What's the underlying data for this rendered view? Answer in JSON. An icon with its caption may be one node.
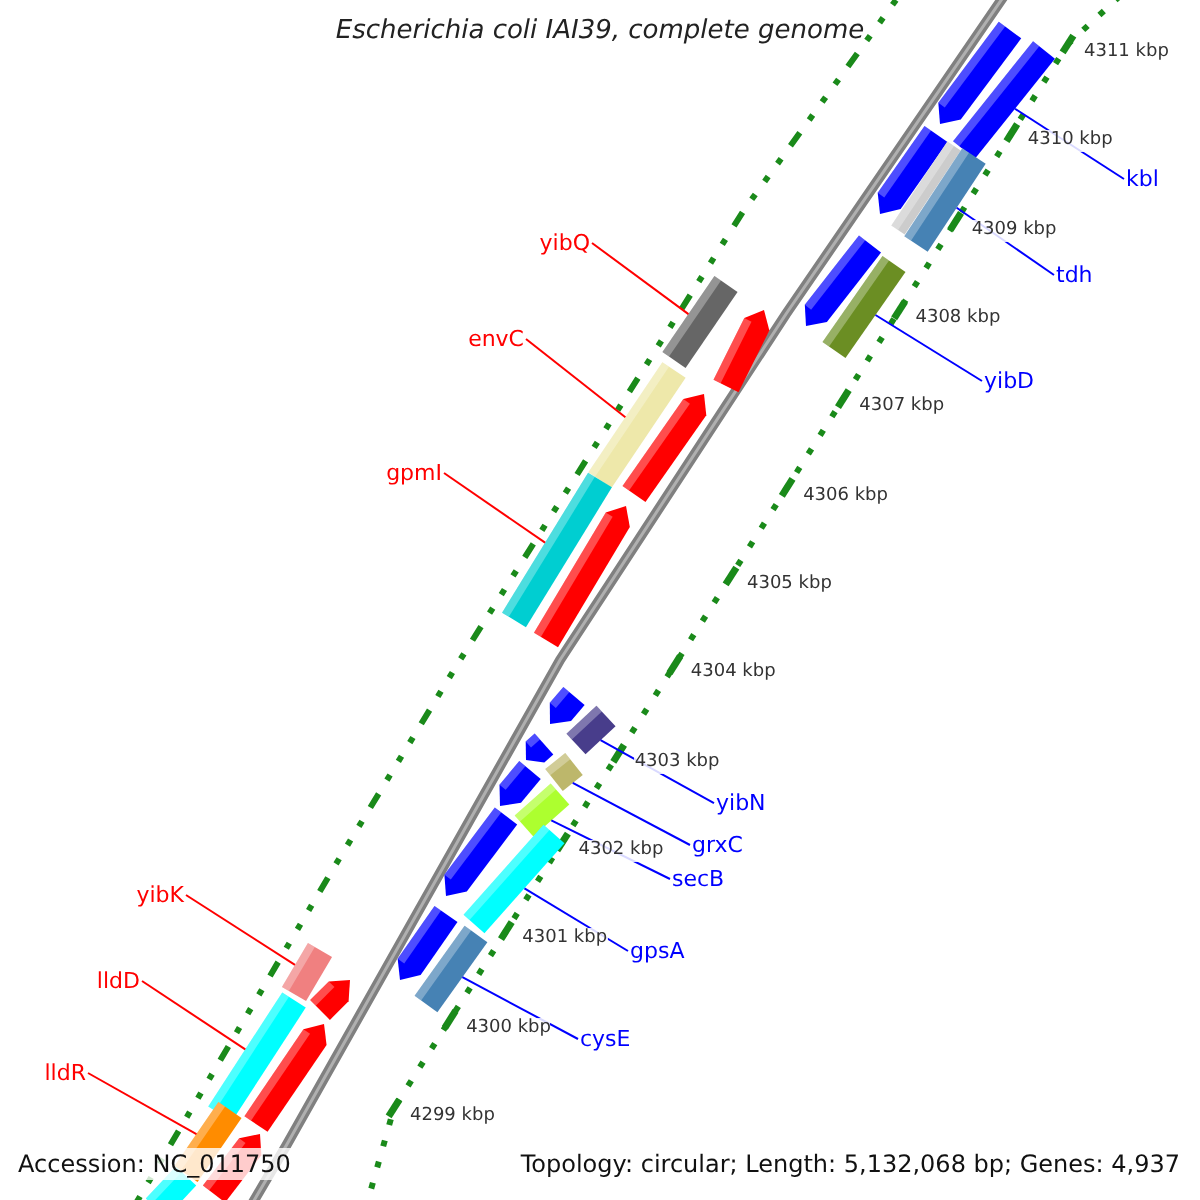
{
  "diagram": {
    "title": "Escherichia coli IAI39, complete genome",
    "nodes": [
      {
        "text": [
          "kbl"
        ]
      },
      {
        "text": [],
        "shape": "bar"
      },
      {
        "text": [
          "yibQ"
        ]
      },
      {
        "text": [],
        "shape": "bar"
      },
      {
        "text": [
          "tdh"
        ]
      },
      {
        "text": [],
        "shape": "bar"
      },
      {
        "text": [
          "envC"
        ]
      },
      {
        "text": [],
        "shape": "bar"
      },
      {
        "text": [
          "yibD"
        ]
      },
      {
        "text": [],
        "shape": "bar"
      },
      {
        "text": [
          "gpmI"
        ]
      },
      {
        "text": [],
        "shape": "bar"
      },
      {
        "text": [
          "yibN"
        ]
      },
      {
        "text": [],
        "shape": "bar"
      },
      {
        "text": [
          "grxC"
        ]
      },
      {
        "text": [],
        "shape": "bar"
      },
      {
        "text": [
          "secB"
        ]
      },
      {
        "text": [],
        "shape": "bar"
      },
      {
        "text": [
          "yibK"
        ]
      },
      {
        "text": [],
        "shape": "bar"
      },
      {
        "text": [
          "gpsA"
        ]
      },
      {
        "text": [],
        "shape": "bar"
      },
      {
        "text": [
          "lldD"
        ]
      },
      {
        "text": [],
        "shape": "bar"
      },
      {
        "text": [
          "cysE"
        ]
      },
      {
        "text": [],
        "shape": "bar"
      },
      {
        "text": [
          "lldR"
        ]
      },
      {
        "text": [],
        "shape": "bar"
      }
    ],
    "edges": [
      {
        "from": 0,
        "to": 1,
        "arrow": "none"
      },
      {
        "from": 2,
        "to": 3,
        "arrow": "none",
        "color": "#ff0000"
      },
      {
        "from": 4,
        "to": 5,
        "arrow": "none"
      },
      {
        "from": 6,
        "to": 7,
        "arrow": "none",
        "color": "#ff0000"
      },
      {
        "from": 8,
        "to": 9,
        "arrow": "none"
      },
      {
        "from": 10,
        "to": 11,
        "arrow": "none",
        "color": "#ff0000"
      },
      {
        "from": 12,
        "to": 13,
        "arrow": "none"
      },
      {
        "from": 14,
        "to": 15,
        "arrow": "none"
      },
      {
        "from": 16,
        "to": 17,
        "arrow": "none"
      },
      {
        "from": 18,
        "to": 19,
        "arrow": "none",
        "color": "#ff0000"
      },
      {
        "from": 20,
        "to": 21,
        "arrow": "none"
      },
      {
        "from": 22,
        "to": 23,
        "arrow": "none",
        "color": "#ff0000"
      },
      {
        "from": 24,
        "to": 25,
        "arrow": "none"
      },
      {
        "from": 26,
        "to": 27,
        "arrow": "none",
        "color": "#ff0000"
      }
    ],
    "labels": [
      "4311 kbp",
      "4310 kbp",
      "4309 kbp",
      "4308 kbp",
      "4307 kbp",
      "4306 kbp",
      "4305 kbp",
      "4304 kbp",
      "4303 kbp",
      "4302 kbp",
      "4301 kbp",
      "4300 kbp",
      "4299 kbp",
      "Accession: NC_011750",
      "Topology: circular; Length: 5,132,068 bp; Genes: 4,937"
    ]
  }
}
